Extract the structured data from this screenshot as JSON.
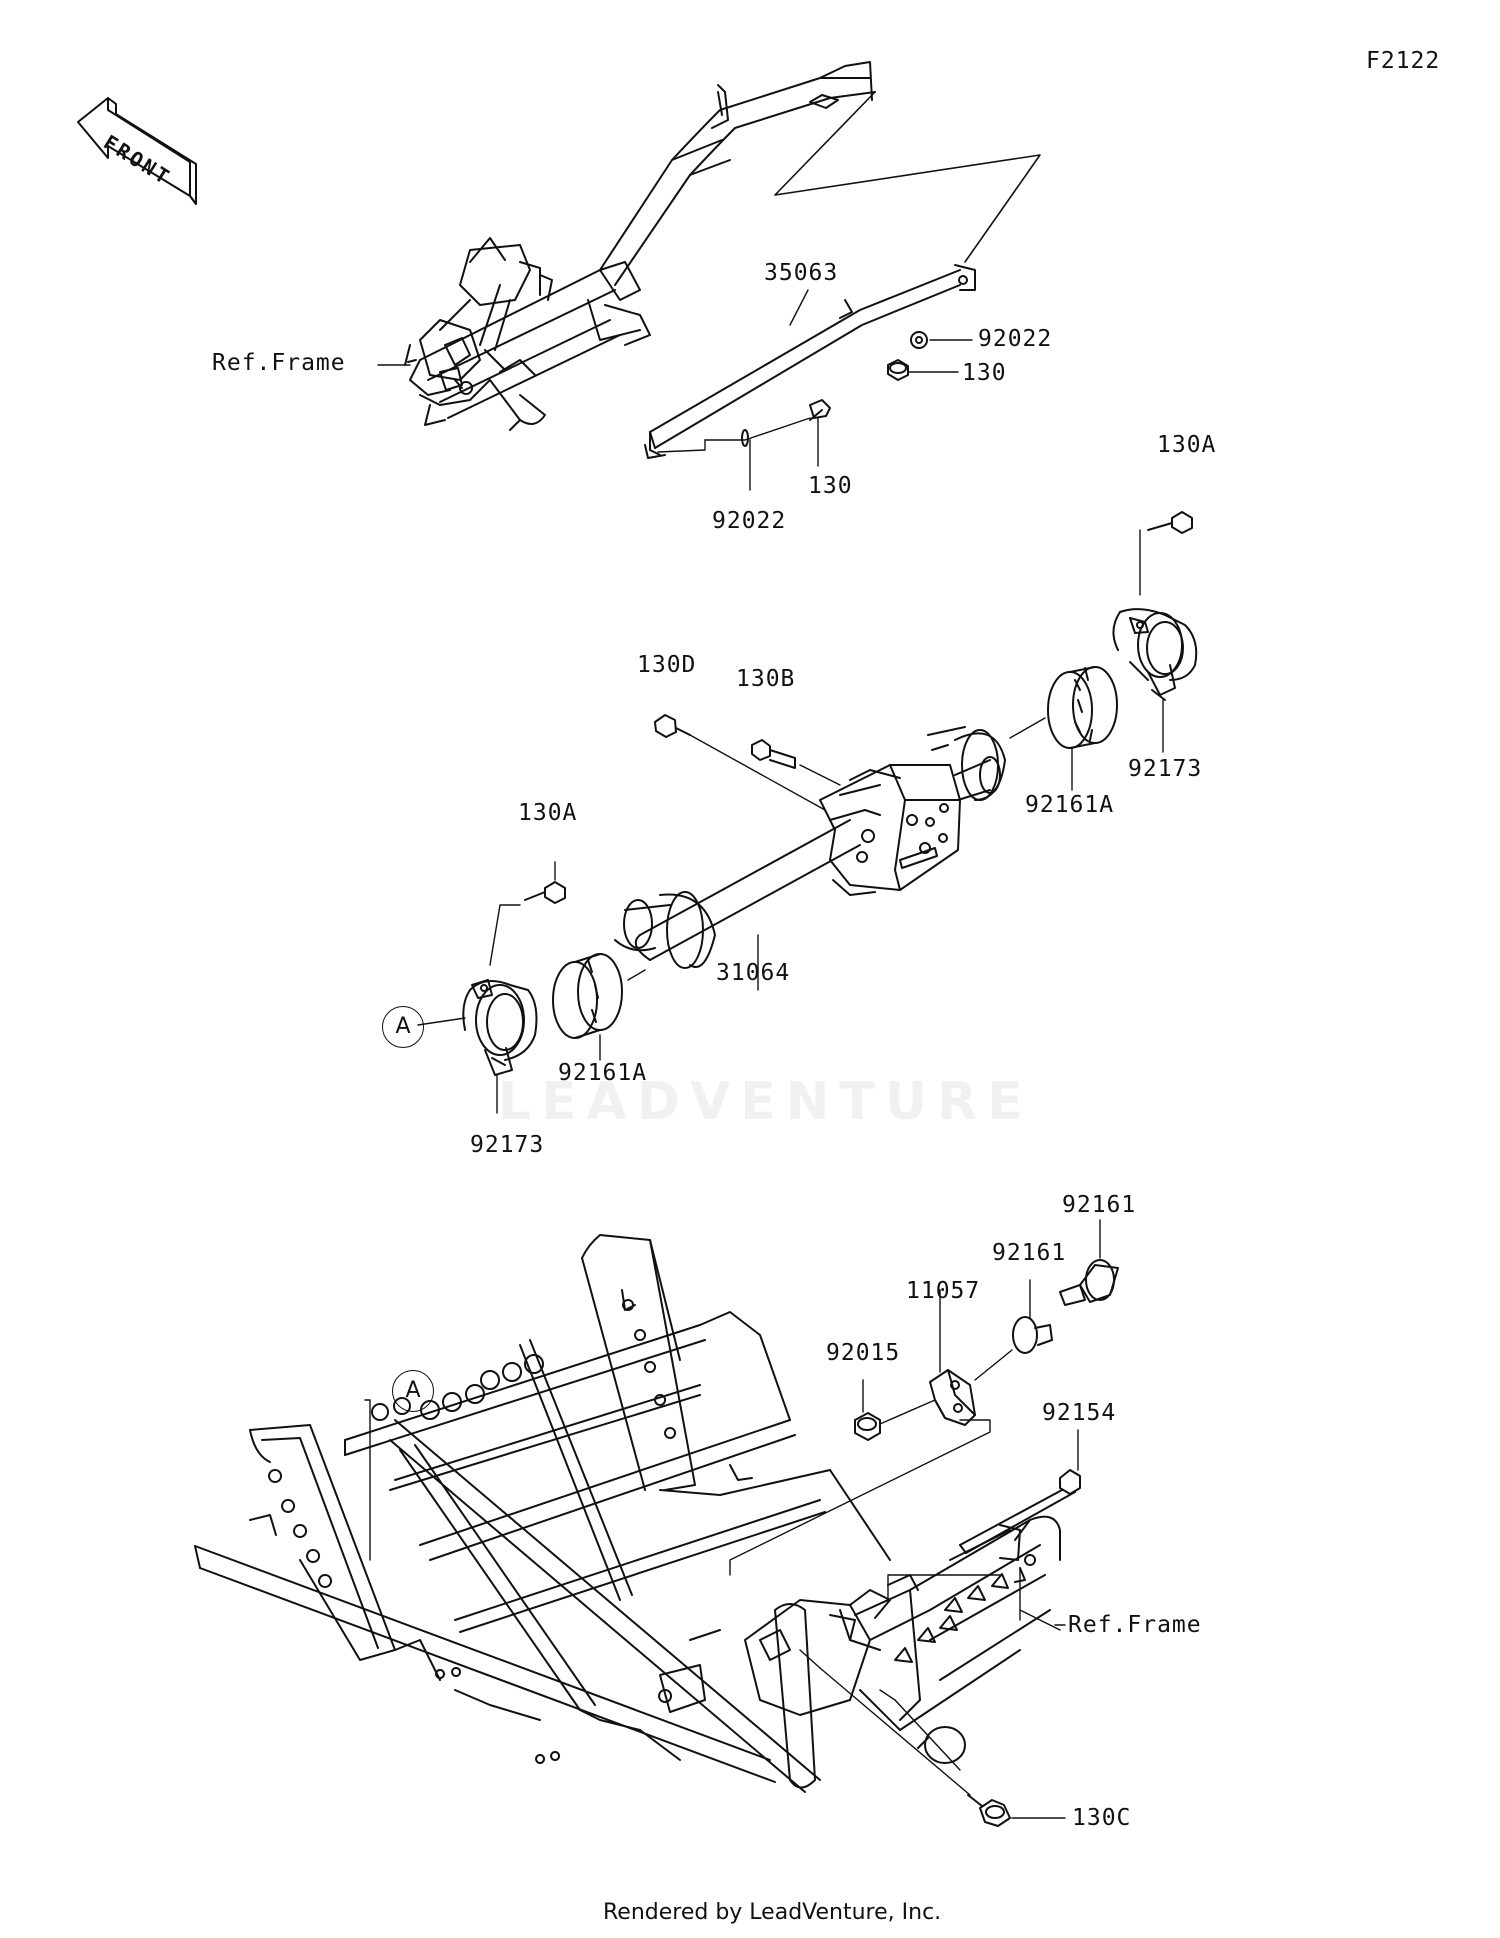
{
  "diagram_code": "F2122",
  "front_arrow": {
    "text": "FRONT",
    "icon": "front-arrow-icon"
  },
  "watermark": "LEADVENTURE",
  "footer": "Rendered by LeadVenture, Inc.",
  "labels": {
    "ref_frame_top": "Ref.Frame",
    "p35063": "35063",
    "p92022_right": "92022",
    "p130_right": "130",
    "p130_bolt": "130",
    "p92022_lower": "92022",
    "p130A_right": "130A",
    "p92173_right": "92173",
    "p130D": "130D",
    "p130B": "130B",
    "p92161A_right": "92161A",
    "p130A_left": "130A",
    "p31064": "31064",
    "p92161A_left": "92161A",
    "p92173_left": "92173",
    "callout_a_upper": "A",
    "p92161_top": "92161",
    "p92161_mid": "92161",
    "p11057": "11057",
    "p92015": "92015",
    "p92154": "92154",
    "callout_a_lower": "A",
    "ref_frame_bottom": "Ref.Frame",
    "p130C": "130C"
  }
}
